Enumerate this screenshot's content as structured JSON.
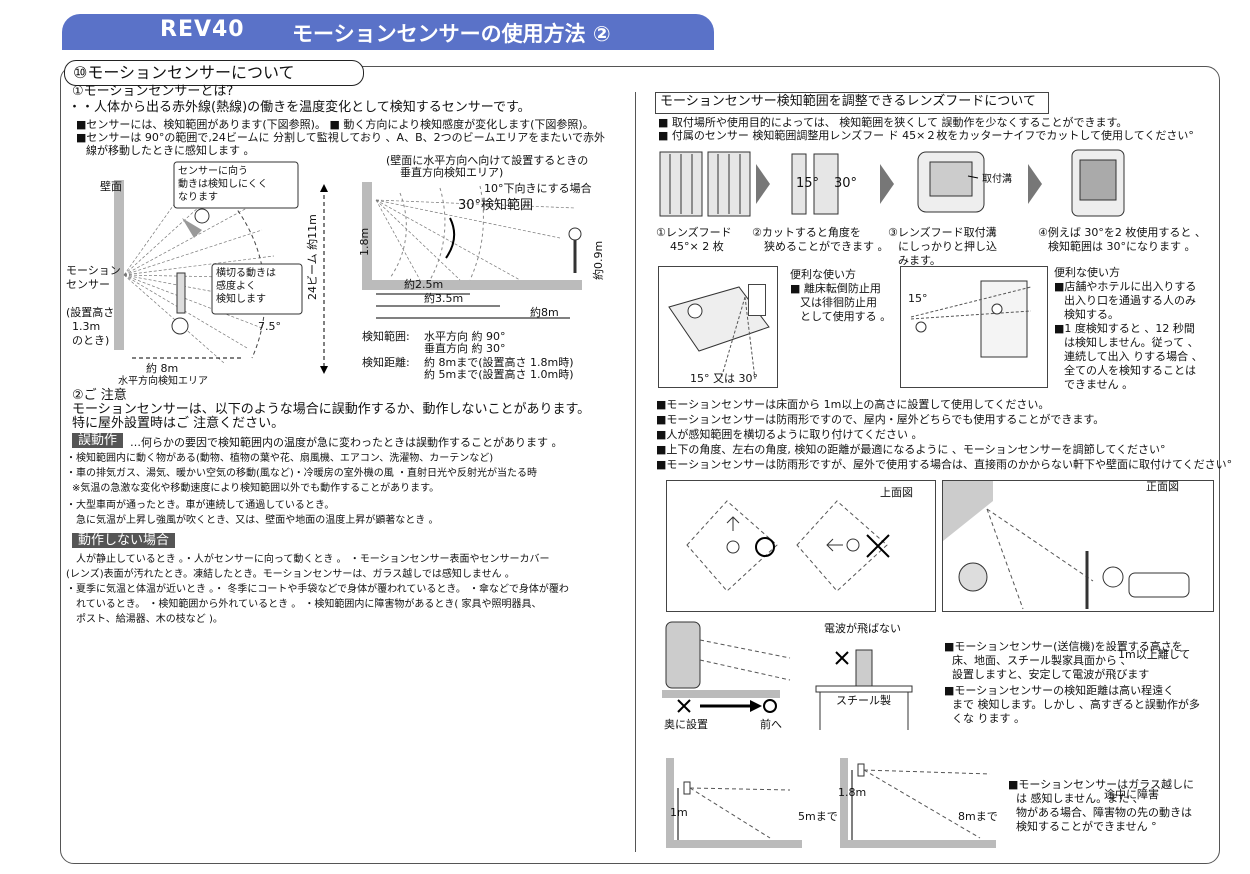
{
  "header": {
    "model": "REV40",
    "title": "モーションセンサーの使用方法 ②"
  },
  "section_title": "⑩モーションセンサーについて",
  "left": {
    "q1_heading": "①モーションセンサーとは?",
    "q1_line1": "・・人体から出る赤外線(熱線)の働きを温度変化として検知するセンサーです。",
    "q1_b1": "■センサーには、検知範囲があります(下図参照)。 ■ 動く方向により検知感度が変化します(下図参照)。",
    "q1_b2": "■センサーは 90°の範囲で,24ビームに 分割して監視しており 、A、B、2つのビームエリアをまたいで赤外",
    "q1_b3": "線が移動したときに感知します 。",
    "diag1": {
      "wall": "壁面",
      "callout1": [
        "センサーに向う",
        "動きは検知しにくく",
        "なります"
      ],
      "callout2": [
        "横切る動きは",
        "感度よく",
        "検知します"
      ],
      "sensor": [
        "モーション",
        "センサー"
      ],
      "height": [
        "(設置高さ",
        "1.3m",
        "のとき)"
      ],
      "angle": "7.5°",
      "beams": "24ビーム 約11m",
      "dist": "約 8m",
      "area": "水平方向検知エリア"
    },
    "diag2": {
      "caption1": "(壁面に水平方向へ向けて設置するときの",
      "caption2": "垂直方向検知エリア)",
      "down10": "10°下向きにする場合",
      "range30": "30°検知範囲",
      "h18": "1.8m",
      "h09": "約0.9m",
      "d25": "約2.5m",
      "d35": "約3.5m",
      "d8": "約8m"
    },
    "spec": {
      "range_label": "検知範囲:",
      "range_h": "水平方向 約 90°",
      "range_v": "垂直方向 約 30°",
      "dist_label": "検知距離:",
      "dist_1": "約 8mまで(設置高さ 1.8m時)",
      "dist_2": "約 5mまで(設置高さ 1.0m時)"
    },
    "q2_heading": "②ご 注意",
    "q2_line1": "モーションセンサーは、以下のような場合に誤動作するか、動作しないことがあります。",
    "q2_line2": "特に屋外設置時はご 注意ください。",
    "misfire_tag": "誤動作",
    "misfire_text": "…何らかの要因で検知範囲内の温度が急に変わったときは誤動作することがあります 。",
    "misfire_lines": [
      "・検知範囲内に動く物がある(動物、植物の葉や花、扇風機、エアコン、洗濯物、カーテンなど)",
      "・車の排気ガス、湯気、暖かい空気の移動(風など)・冷暖房の室外機の風 ・直射日光や反射光が当たる時",
      "※気温の急激な変化や移動速度により検知範囲以外でも動作することがあります。",
      "・大型車両が通ったとき。車が連続して通過しているとき。",
      "急に気温が上昇し強風が吹くとき、又は、壁面や地面の温度上昇が顕著なとき 。"
    ],
    "nowork_tag": "動作しない場合",
    "nowork_lines": [
      "人が静止しているとき 。・人がセンサーに向って動くとき 。 ・モーションセンサー表面やセンサーカバー",
      "(レンズ)表面が汚れたとき。凍結したとき。モーションセンサーは、ガラス越しでは感知しません 。",
      "・夏季に気温と体温が近いとき 。・ 冬季にコートや手袋などで身体が覆われているとき。 ・傘などで身体が覆わ",
      "れているとき。 ・検知範囲から外れているとき 。 ・検知範囲内に障害物があるとき( 家具や照明器具、",
      "ポスト、給湯器、木の枝など )。"
    ]
  },
  "right": {
    "hood_title": "モーションセンサー検知範囲を調整できるレンズフードについて",
    "hood_b1": "■ 取付場所や使用目的によっては、 検知範囲を狭くして 誤動作を少なくすることができます。",
    "hood_b2": "■ 付属のセンサー 検知範囲調整用レンズフー ド 45×２枚をカッターナイフでカットして使用してください°",
    "steps": [
      {
        "l1": "①レンズフード",
        "l2": "45°× 2 枚",
        "l3": ""
      },
      {
        "l1": "②カットすると角度を",
        "l2": "狭めることができます 。",
        "l3": ""
      },
      {
        "l1": "③レンズフード取付溝",
        "l2": "にしっかりと押し込",
        "l3": "みます。"
      },
      {
        "l1": "④例えば 30°を2 枚使用すると 、",
        "l2": "検知範囲は 30°になります 。",
        "l3": ""
      }
    ],
    "angles": {
      "a15": "15°",
      "a30": "30°"
    },
    "groove": "取付溝",
    "use1": {
      "title": "便利な使い方",
      "lines": [
        "■ 離床転倒防止用",
        "又は徘徊防止用",
        "として使用する 。"
      ],
      "angle": "15° 又は 30°"
    },
    "use2": {
      "title": "便利な使い方",
      "lines": [
        "■店舗やホテルに出入りする",
        "出入り口を通過する人のみ",
        "検知する。",
        "■1 度検知すると 、12 秒間",
        "は検知しません。従って 、",
        "連続して出入 りする場合 、",
        "全ての人を検知することは",
        "できません 。"
      ],
      "angle": "15°"
    },
    "notes": [
      "■モーションセンサーは床面から 1m以上の高さに設置して使用してください。",
      "■モーションセンサーは防雨形ですので、屋内・屋外どちらでも使用することができます。",
      "■人が感知範囲を横切るように取り付けてください 。",
      "■上下の角度、左右の角度, 検知の距離が最適になるように 、モーションセンサーを調節してください°",
      "■モーションセンサーは防雨形ですが、屋外で使用する場合は、直接雨のかからない軒下や壁面に取付けてください°"
    ],
    "top_view": "上面図",
    "front_view": "正面図",
    "radio": {
      "no_wave": "電波が飛ばない",
      "steel": "スチール製",
      "back": "奥に設置",
      "front": "前へ",
      "t1": "■モーションセンサー(送信機)を設置する高さを",
      "t1b": "1m以上離して",
      "t2": "床、地面、スチール製家具面から 、",
      "t3": "設置しますと、安定して電波が飛びます",
      "t4": "■モーションセンサーの検知距離は高い程遠く",
      "t5": "まで 検知します。しかし 、高すぎると誤動作が多",
      "t6": "くな ります 。"
    },
    "height": {
      "h1": "1m",
      "d1": "5mまで",
      "h2": "1.8m",
      "d2": "8mまで",
      "t1": "■モーションセンサーはガラス越しに",
      "t1b": "途中に障害",
      "t2": "は 感知しません。また 、",
      "t3": "物がある場合、障害物の先の動きは",
      "t4": "検知することができません °"
    }
  }
}
